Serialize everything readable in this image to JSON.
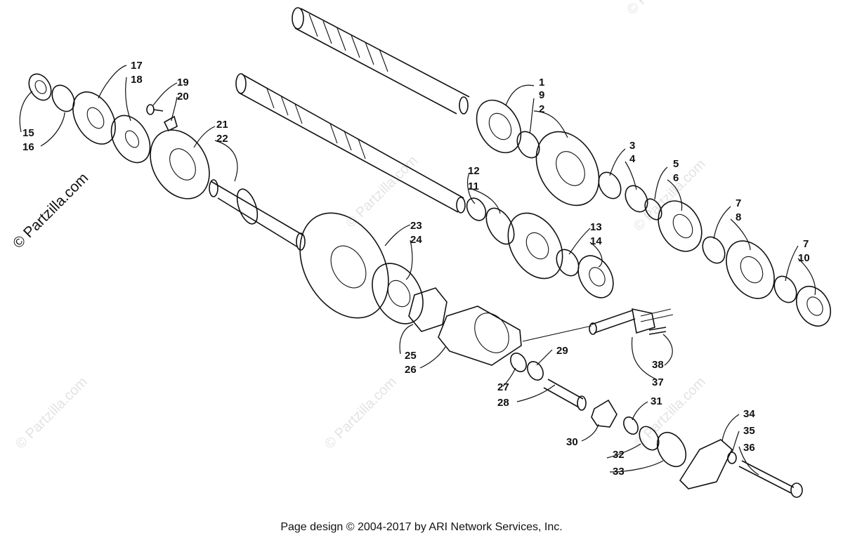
{
  "brand_watermark": "© Partzilla.com",
  "faint_watermark": "© Partzilla.com",
  "footer": "Page design © 2004-2017 by ARI Network Services, Inc.",
  "callouts": [
    "1",
    "9",
    "2",
    "3",
    "4",
    "5",
    "6",
    "7",
    "8",
    "7",
    "10",
    "12",
    "11",
    "13",
    "14",
    "17",
    "18",
    "19",
    "20",
    "15",
    "16",
    "21",
    "22",
    "23",
    "24",
    "25",
    "26",
    "27",
    "28",
    "29",
    "30",
    "31",
    "32",
    "33",
    "34",
    "35",
    "36",
    "37",
    "38"
  ]
}
